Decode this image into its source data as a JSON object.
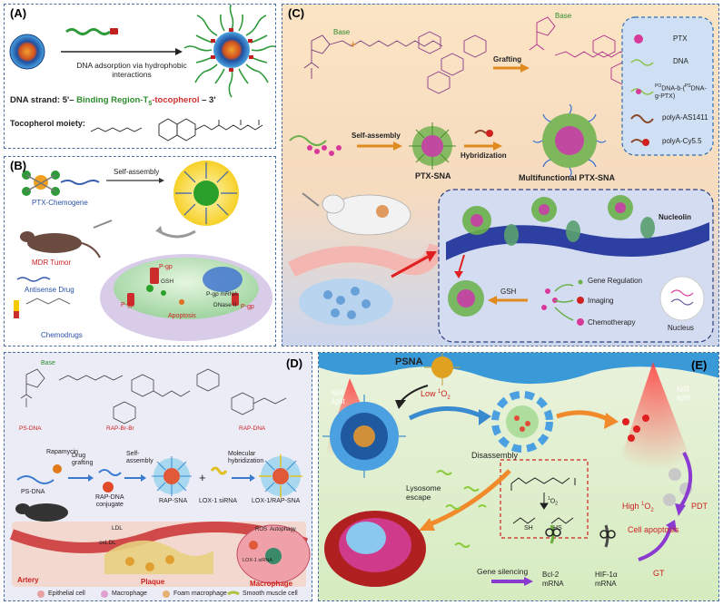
{
  "panel_a": {
    "tag": "(A)",
    "arrow_label": "DNA adsorption via hydrophobic interactions",
    "dna_strand_prefix": "DNA strand: 5'–",
    "dna_strand_binding": " Binding Region",
    "dna_strand_t5": "-T",
    "dna_strand_t5_sub": "5",
    "dna_strand_toco": "-tocopherol",
    "dna_strand_suffix": " – 3'",
    "tocopherol_label": "Tocopherol moiety:"
  },
  "panel_b": {
    "tag": "(B)",
    "self_assembly": "Self-assembly",
    "ptx_chemogene": "PTX-Chemogene",
    "mdr_tumor": "MDR Tumor",
    "antisense_drug": "Antisense Drug",
    "chemodrugs": "Chemodrugs",
    "pgp_1": "P-gp",
    "pgp_2": "P-gp",
    "pgp_3": "P-gp",
    "gsh": "GSH",
    "pgp_mrna": "P-gp mRNA",
    "dnase": "DNase II",
    "apoptosis": "Apoptosis"
  },
  "panel_c": {
    "tag": "(C)",
    "base_1": "Base",
    "base_2": "Base",
    "grafting": "Grafting",
    "self_assembly": "Self-assembly",
    "hybridization": "Hybridization",
    "ptx_sna": "PTX-SNA",
    "multi_sna": "Multifunctional PTX-SNA",
    "legend": [
      "PTX",
      "DNA",
      "polyA-AS1411",
      "polyA-Cy5.5"
    ],
    "legend_copolymer_a": "DNA-b-(",
    "legend_copolymer_b": "DNA",
    "legend_copolymer_c": "-g-PTX)",
    "legend_sup_ps": "PO",
    "legend_sup_ps2": "PS",
    "nucleolin": "Nucleolin",
    "gsh": "GSH",
    "gene_regulation": "Gene Regulation",
    "imaging": "Imaging",
    "chemotherapy": "Chemotherapy",
    "nucleus": "Nucleus"
  },
  "panel_d": {
    "tag": "(D)",
    "base": "Base",
    "ps_dna": "PS-DNA",
    "rap_br": "RAP-Br-Br",
    "rap_dna_top": "RAP-DNA",
    "rapamycin": "Rapamycin",
    "drug_grafting": "Drug\ngrafting",
    "self_assembly": "Self-\nassembly",
    "molecular_hybridization": "Molecular\nhybridization",
    "ps_dna_2": "PS-DNA",
    "rap_dna_conj": "RAP-DNA\nconjugate",
    "rap_sna": "RAP-SNA",
    "lox1_sirna": "LOX-1 siRNA",
    "lox1_rap_sna": "LOX-1/RAP-SNA",
    "ldl": "LDL",
    "oxldl": "oxLDL",
    "ros": "ROS",
    "autophagy": "Autophagy",
    "lox1_sirna_small": "LOX-1 siRNA",
    "artery": "Artery",
    "plaque": "Plaque",
    "macrophage": "Macrophage",
    "legend": [
      "Epithelial cell",
      "Macrophage",
      "Foam macrophage",
      "Smooth muscle cell"
    ]
  },
  "panel_e": {
    "tag": "(E)",
    "psna": "PSNA",
    "nir_1": "NIR\nlight",
    "nir_2": "NIR\nlight",
    "low_o2": "Low ",
    "high_o2": "High ",
    "pdt": "PDT",
    "singlet_sup": "1",
    "singlet_o": "O",
    "singlet_sub": "2",
    "disassembly": "Disassembly",
    "lysosome": "Lysosome\nescape",
    "cell_apoptosis": "Cell apoptosis",
    "gene_silencing": "Gene silencing",
    "bcl2": "Bcl-2\nmRNA",
    "hif": "HIF-1α\nmRNA",
    "gt": "GT",
    "sh": "SH",
    "hs": "HS"
  },
  "colors": {
    "panel_border": "#4a6fa5",
    "binding_green": "#2e8b2e",
    "tocopherol_red": "#d03030",
    "red_label": "#cc1f1f"
  }
}
